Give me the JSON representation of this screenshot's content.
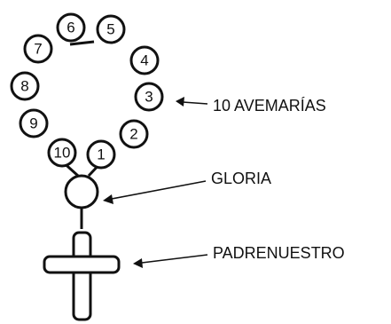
{
  "beads": [
    "1",
    "2",
    "3",
    "4",
    "5",
    "6",
    "7",
    "8",
    "9",
    "10"
  ],
  "labels": {
    "avemarias": "10 AVEMARÍAS",
    "gloria": "GLORIA",
    "padrenuestro": "PADRENUESTRO"
  }
}
